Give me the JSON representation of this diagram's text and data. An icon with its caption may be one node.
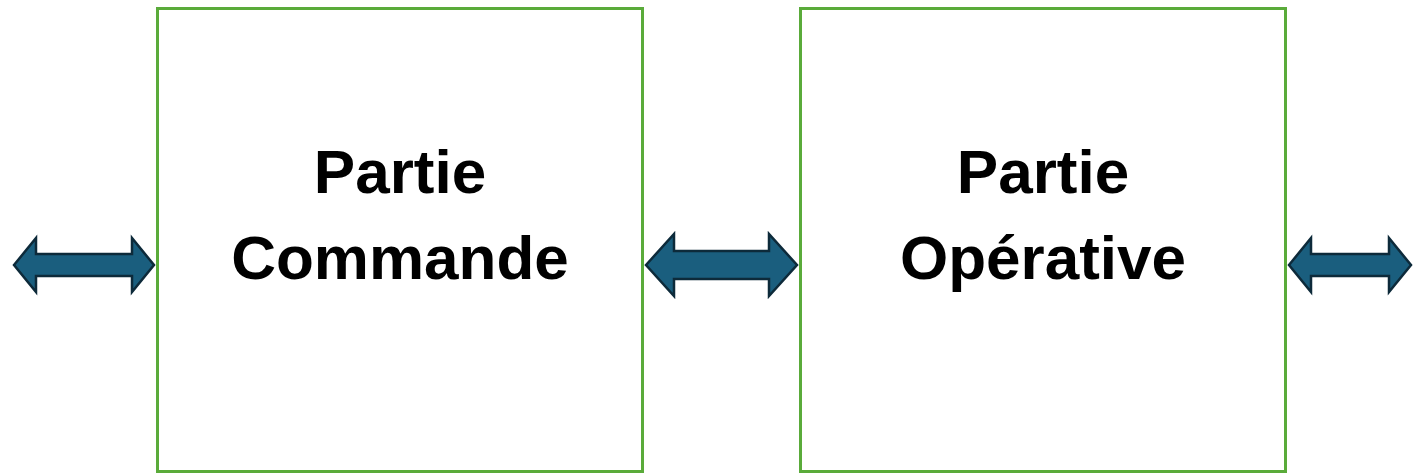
{
  "diagram": {
    "nodes": [
      {
        "text": [
          "Partie Commande"
        ]
      },
      {
        "text": [
          "Partie Opérative"
        ]
      }
    ],
    "edges": [
      {
        "from": null,
        "to": 0,
        "arrow": "both"
      },
      {
        "from": 0,
        "to": 1,
        "arrow": "both"
      },
      {
        "from": 1,
        "to": null,
        "arrow": "both"
      }
    ]
  }
}
